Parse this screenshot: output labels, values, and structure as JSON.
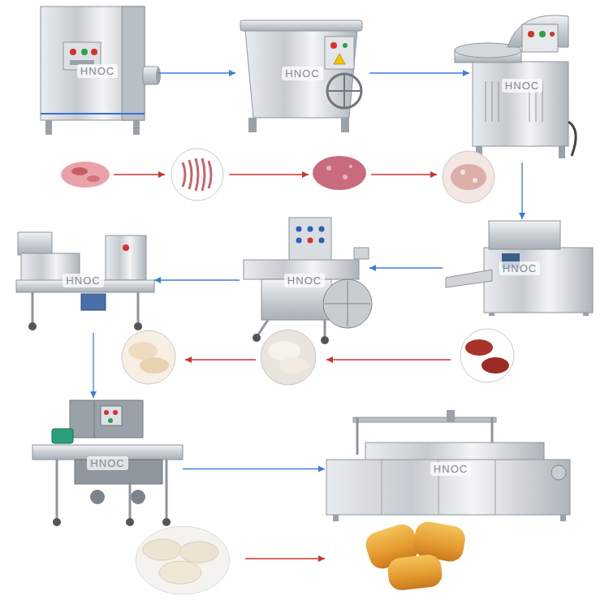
{
  "diagram": {
    "nodes": [
      {
        "text": [
          "HNOC"
        ]
      },
      {
        "text": [
          "HNOC"
        ]
      },
      {
        "text": [
          "HNOC"
        ]
      },
      {
        "text": [
          "HNOC"
        ]
      },
      {
        "text": [
          "HNOC"
        ]
      },
      {
        "text": [
          "HNOC"
        ]
      },
      {
        "text": [
          "HNOC"
        ]
      },
      {
        "text": [
          "HNOC"
        ]
      }
    ],
    "edges": [
      {
        "from": 0,
        "to": 1,
        "arrow": "to"
      },
      {
        "from": 1,
        "to": 2,
        "arrow": "to"
      },
      {
        "from": 2,
        "to": 5,
        "arrow": "to"
      },
      {
        "from": 5,
        "to": 4,
        "arrow": "to"
      },
      {
        "from": 4,
        "to": 3,
        "arrow": "to"
      },
      {
        "from": 3,
        "to": 6,
        "arrow": "to"
      },
      {
        "from": 6,
        "to": 7,
        "arrow": "to"
      }
    ]
  }
}
